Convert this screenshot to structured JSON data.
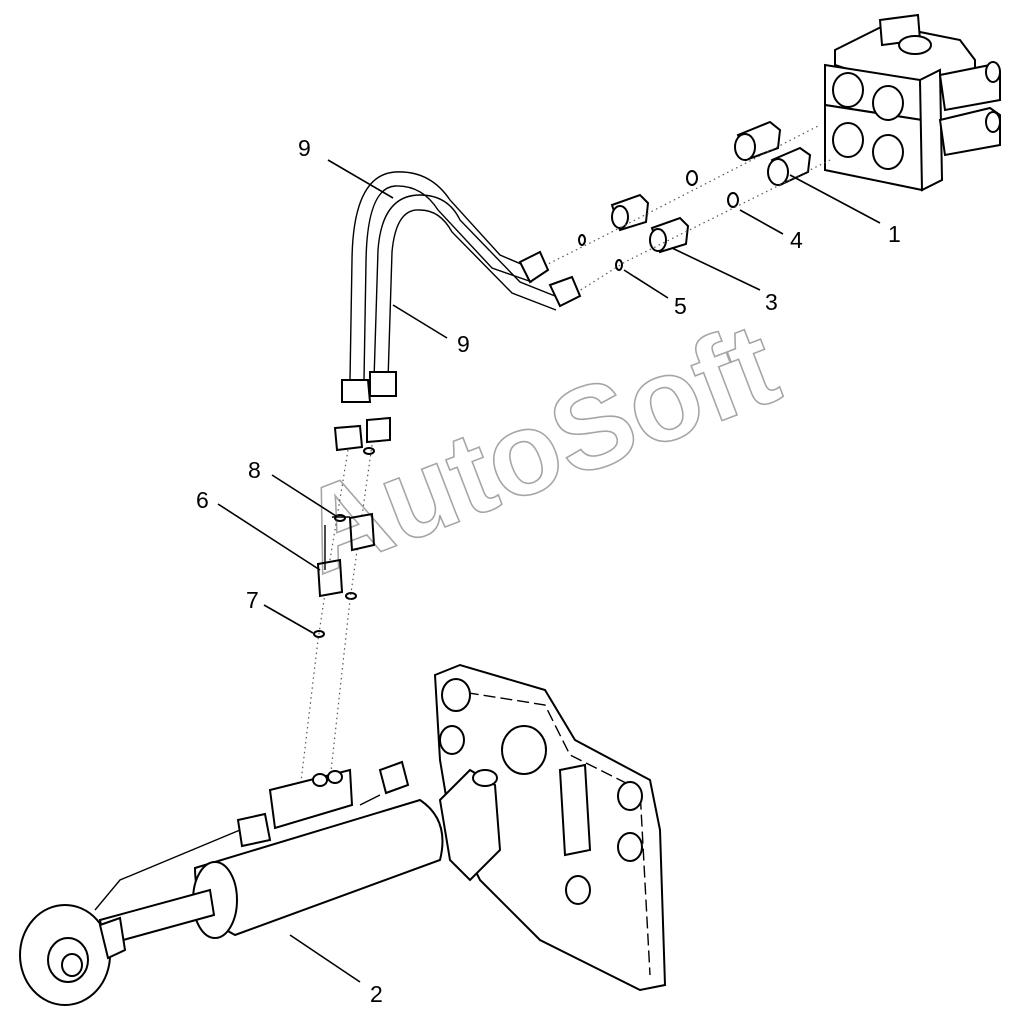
{
  "watermark": "AutoSoft",
  "callouts": {
    "c1": "1",
    "c2": "2",
    "c3": "3",
    "c4": "4",
    "c5": "5",
    "c6": "6",
    "c7": "7",
    "c8": "8",
    "c9a": "9",
    "c9b": "9"
  }
}
